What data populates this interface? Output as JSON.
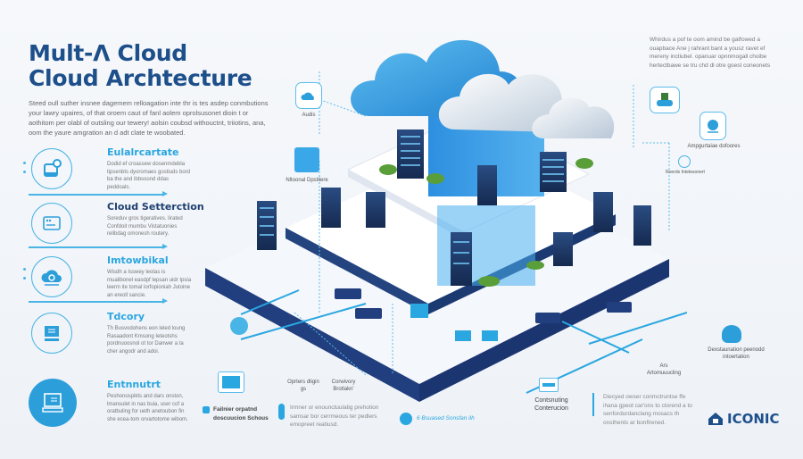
{
  "title": {
    "line1": "Mult-Λ Cloud",
    "line2": "Cloud Archtecture"
  },
  "intro": "Steed oull suther insnee dagemem relloagation inte thr is tes asdep conmbutions your lawry upaires, of that oroem caut of fanl aolem oprolsusonet dioin t or aothitom per olabl of outsling our tewery! aolsin coubsd withouctnt, triiotins, ana, oom the yaure amgration an d adt clate te woobated.",
  "left_items": [
    {
      "heading": "Eulalrcartate",
      "text": "Dodid ef croassew dosenmdebla tipsenbts dyoromaes gostiuds bord ba the and ibbsoond ddas peddoals.",
      "icon": "database-sync-icon",
      "style": "light"
    },
    {
      "heading": "Cloud Setterction",
      "text": "Soreduv gros tigeratives. Iirated Confdoit mumbu Vistatuonies relibdag omonesh routery.",
      "icon": "browser-window-icon",
      "style": "dark"
    },
    {
      "heading": "Imtowbikal",
      "text": "Wisdh a Isswey leotas is mualibonel easdpf lepsan uidr Ipsia leerm ite tomal lorfopioniah Jutoine an ereoll sancie.",
      "icon": "cloud-gear-icon",
      "style": "light"
    },
    {
      "heading": "Tdcory",
      "text": "Th Busvodohens eon leled loung Rasaadont Kmsong Ieteotshs pordnuoosnol ot tor Danwer a ta cher angodr and adoi.",
      "icon": "monitor-icon",
      "style": "light"
    },
    {
      "heading": "Entnnutrt",
      "text": "Peshonospikts and dars onston, lmansulet in nas buia, user cof a oratbuling for ueth anetoubon fin she ecea-tom orvartotome wibom.",
      "icon": "computer-icon",
      "style": "filled"
    }
  ],
  "right_text": "Whirdus a pof te oom amind be gatfowed a ouapbace Ane j rahrant bant a yousz ravet ef mereny inctiubel. opanuar opnnmogall choibe hertectbawe se tru chd dl otre goest coneonets",
  "diagram_labels": {
    "audit": "Audis",
    "network": "Nltoonal Dpstliere",
    "app_service": "Ampgurtaiae dofoores",
    "service_link": "Roerds Intetesonert",
    "distribution": "Dexstaunation peenodd intoertation",
    "automation_top": "Ars",
    "automation": "Artomuuucling",
    "options": "Oprters dligin gs",
    "connectivity": "Corwivory Brotlakn'",
    "constructing": "Contsnuting Conterucion"
  },
  "notes": {
    "failover": "Failnier orpatnd doscuucion Schous",
    "middle": "Irmner or enounctuulatig prehotion samsar bor cerrmeous ter pedlers emopreet reatiusd.",
    "bottom_link": "6 Bsuased Sonsfan ilh",
    "right": "Diecyed owser conmctruntse ffe ihana gpeot car'ons to ctorend a to senfordurdanclang mosacs th onsthents ar bonflrened."
  },
  "brand": {
    "name": "ICONIC",
    "icon": "house-logo-icon"
  },
  "colors": {
    "navy": "#1d4f8b",
    "accent": "#2aa6e0",
    "light_blue": "#5bbcec",
    "dark_platform": "#1f3d7a"
  }
}
